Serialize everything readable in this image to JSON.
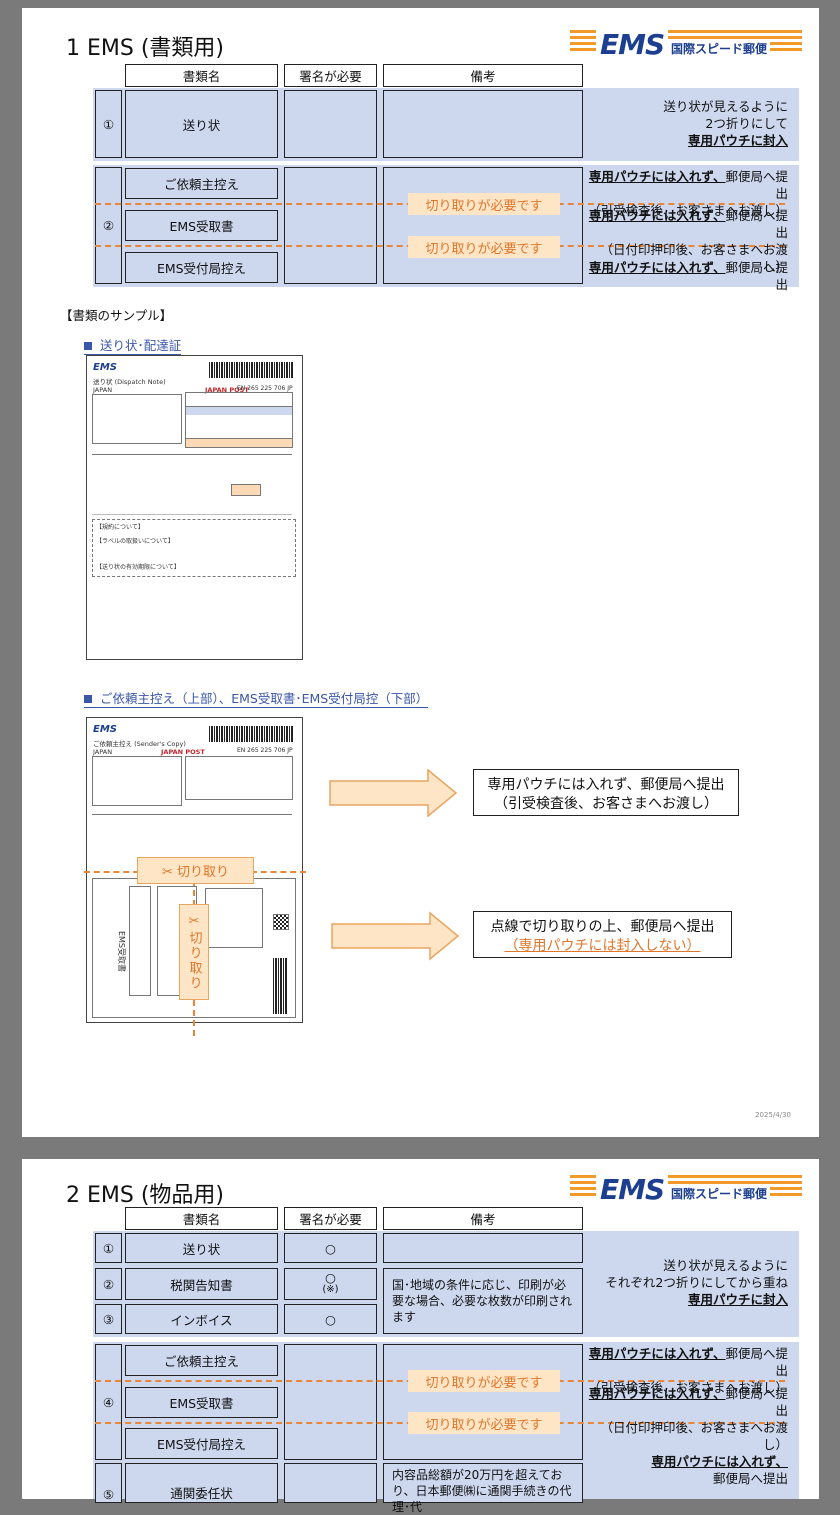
{
  "slide1": {
    "title": "1  EMS (書類用)",
    "logo": {
      "mark": "EMS",
      "sub": "国際スピード郵便"
    },
    "headers": {
      "doc_name": "書類名",
      "signature": "署名が必要",
      "notes": "備考"
    },
    "row1": {
      "num": "①",
      "name": "送り状",
      "remark_line1": "送り状が見えるように",
      "remark_line2": "2つ折りにして",
      "remark_bold": "専用パウチに封入"
    },
    "row2": {
      "num": "②",
      "items": [
        "ご依頼主控え",
        "EMS受取書",
        "EMS受付局控え"
      ]
    },
    "cut_label": "切り取りが必要です",
    "remarks2": [
      {
        "bold": "専用パウチには入れず、",
        "text": "郵便局へ提出",
        "sub": "（引受検査後、お客さまへお渡し）"
      },
      {
        "bold": "専用パウチには入れず、",
        "text": "郵便局へ提出",
        "sub": "（日付印押印後、お客さまへお渡し）"
      },
      {
        "bold": "専用パウチには入れず、",
        "text": "郵便局へ提出",
        "sub": ""
      }
    ],
    "samples_heading": "【書類のサンプル】",
    "link1": "送り状･配達証",
    "link2": "ご依頼主控え（上部）、EMS受取書･EMS受付局控（下部）",
    "sample_doc1": {
      "type_label": "送り状 (Dispatch Note)",
      "country": "JAPAN",
      "post": "JAPAN POST",
      "tracking": "EN 265 225 706 JP",
      "section_1": "【規約について】",
      "section_2": "【ラベルの取扱いについて】",
      "section_3": "【送り状の有効期限について】"
    },
    "sample_doc2": {
      "type_label": "ご依頼主控え (Sender's Copy)",
      "country": "JAPAN",
      "post": "JAPAN POST",
      "tracking": "EN 265 225 706 JP",
      "cut_h": "✂ 切り取り",
      "cut_v": "✂切り取り",
      "receipt_label": "EMS受取書"
    },
    "callout1_line1": "専用パウチには入れず、郵便局へ提出",
    "callout1_line2": "（引受検査後、お客さまへお渡し）",
    "callout2_line1": "点線で切り取りの上、郵便局へ提出",
    "callout2_line2": "（専用パウチには封入しない）",
    "date": "2025/4/30",
    "colors": {
      "band": "#cdd8ee",
      "accent": "#e8863a",
      "brand": "#1d3f8f"
    }
  },
  "slide2": {
    "title": "2  EMS (物品用)",
    "logo": {
      "mark": "EMS",
      "sub": "国際スピード郵便"
    },
    "headers": {
      "doc_name": "書類名",
      "signature": "署名が必要",
      "notes": "備考"
    },
    "rows_top": [
      {
        "num": "①",
        "name": "送り状",
        "sig": "○",
        "sig2": ""
      },
      {
        "num": "②",
        "name": "税関告知書",
        "sig": "○",
        "sig2": "(※)"
      },
      {
        "num": "③",
        "name": "インボイス",
        "sig": "○",
        "sig2": ""
      }
    ],
    "note_customs": "国･地域の条件に応じ、印刷が必要な場合、必要な枚数が印刷されます",
    "remark_top_line1": "送り状が見えるように",
    "remark_top_line2": "それぞれ2つ折りにしてから重ね",
    "remark_top_bold": "専用パウチに封入",
    "row4": {
      "num": "④",
      "items": [
        "ご依頼主控え",
        "EMS受取書",
        "EMS受付局控え"
      ]
    },
    "cut_label": "切り取りが必要です",
    "remarks4": [
      {
        "bold": "専用パウチには入れず、",
        "text": "郵便局へ提出",
        "sub": "（引受検査後、お客さまへお渡し）"
      },
      {
        "bold": "専用パウチには入れず、",
        "text": "郵便局へ提出",
        "sub": "（日付印押印後、お客さまへお渡し）"
      }
    ],
    "row5": {
      "num": "⑤",
      "name": "通関委任状",
      "note": "内容品総額が20万円を超えており、日本郵便㈱に通関手続きの代理･代",
      "remark_bold": "専用パウチには入れず、",
      "remark_text": "郵便局へ提出"
    }
  }
}
